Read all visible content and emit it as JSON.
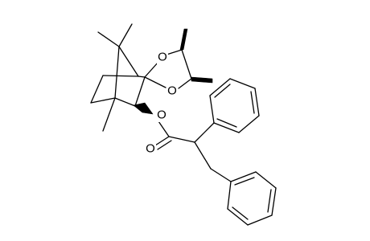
{
  "molecule": {
    "atoms": [
      {
        "id": "o-ring-1",
        "label": "O"
      },
      {
        "id": "o-ring-2",
        "label": "O"
      },
      {
        "id": "o-ester",
        "label": "O"
      },
      {
        "id": "o-carbonyl",
        "label": "O"
      }
    ]
  }
}
